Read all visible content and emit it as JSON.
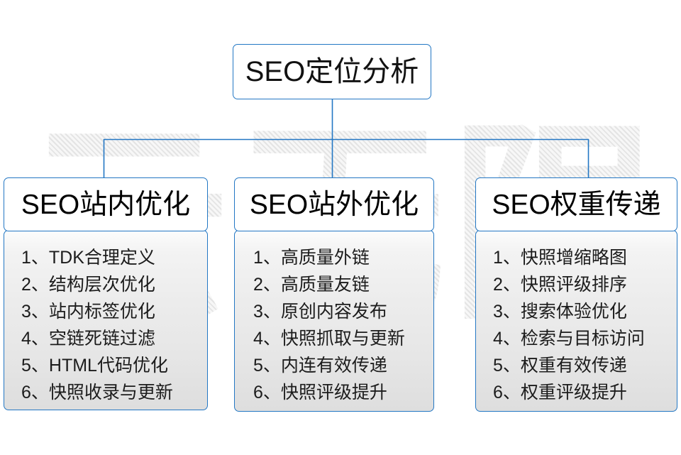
{
  "watermark": {
    "text": "云无限"
  },
  "colors": {
    "border": "#2377c4",
    "text": "#1c1c1c",
    "header_text": "#000000",
    "panel_bg_top": "#fcfcfc",
    "panel_bg_bottom": "#dedede",
    "page_bg": "#ffffff"
  },
  "root": {
    "title": "SEO定位分析"
  },
  "columns": [
    {
      "title": "SEO站内优化",
      "items": [
        {
          "index": "1、",
          "text": "TDK合理定义"
        },
        {
          "index": "2、",
          "text": "结构层次优化"
        },
        {
          "index": "3、",
          "text": "站内标签优化"
        },
        {
          "index": "4、",
          "text": "空链死链过滤"
        },
        {
          "index": "5、",
          "text": "HTML代码优化"
        },
        {
          "index": "6、",
          "text": "快照收录与更新"
        }
      ]
    },
    {
      "title": "SEO站外优化",
      "items": [
        {
          "index": "1、",
          "text": "高质量外链"
        },
        {
          "index": "2、",
          "text": "高质量友链"
        },
        {
          "index": "3、",
          "text": "原创内容发布"
        },
        {
          "index": "4、",
          "text": "快照抓取与更新"
        },
        {
          "index": "5、",
          "text": "内连有效传递"
        },
        {
          "index": "6、",
          "text": "快照评级提升"
        }
      ]
    },
    {
      "title": "SEO权重传递",
      "items": [
        {
          "index": "1、",
          "text": "快照增缩略图"
        },
        {
          "index": "2、",
          "text": "快照评级排序"
        },
        {
          "index": "3、",
          "text": "搜索体验优化"
        },
        {
          "index": "4、",
          "text": "检索与目标访问"
        },
        {
          "index": "5、",
          "text": "权重有效传递"
        },
        {
          "index": "6、",
          "text": "权重评级提升"
        }
      ]
    }
  ]
}
